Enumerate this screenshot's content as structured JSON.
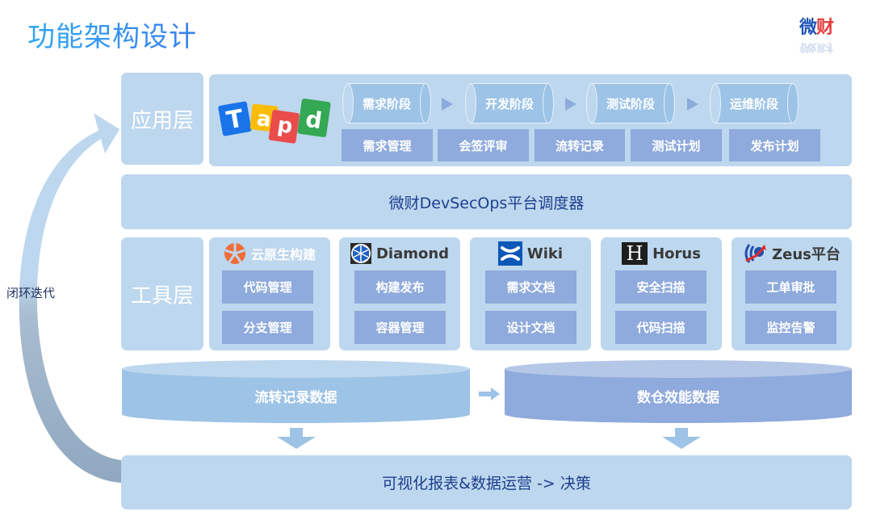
{
  "title": "功能架构设计",
  "brand": {
    "logo_text_a": "微",
    "logo_text_b": "财"
  },
  "loop_label": "闭环迭代",
  "application_layer": {
    "label": "应用层",
    "tool_logo": "Tapd",
    "tool_logo_letters": [
      "T",
      "a",
      "p",
      "d"
    ],
    "stages": [
      "需求阶段",
      "开发阶段",
      "测试阶段",
      "运维阶段"
    ],
    "functions": [
      "需求管理",
      "会签评审",
      "流转记录",
      "测试计划",
      "发布计划"
    ]
  },
  "dispatcher": {
    "label": "微财DevSecOps平台调度器"
  },
  "tool_layer": {
    "label": "工具层",
    "tools": [
      {
        "name": "云原生构建",
        "icon": "cloud-native-icon",
        "functions": [
          "代码管理",
          "分支管理"
        ]
      },
      {
        "name": "Diamond",
        "icon": "diamond-icon",
        "functions": [
          "构建发布",
          "容器管理"
        ]
      },
      {
        "name": "Wiki",
        "icon": "wiki-icon",
        "functions": [
          "需求文档",
          "设计文档"
        ]
      },
      {
        "name": "Horus",
        "icon": "horus-icon",
        "icon_letter": "H",
        "functions": [
          "安全扫描",
          "代码扫描"
        ]
      },
      {
        "name": "Zeus平台",
        "icon": "zeus-icon",
        "functions": [
          "工单审批",
          "监控告警"
        ]
      }
    ]
  },
  "data_layer": {
    "stores": [
      {
        "label": "流转记录数据"
      },
      {
        "label": "数仓效能数据"
      }
    ]
  },
  "report": {
    "label": "可视化报表&数据运营 -> 决策"
  },
  "colors": {
    "panel": "#bdd7ee",
    "box": "#8faadc",
    "stage": "#9dc3e6",
    "text_dark_blue": "#1e3f8f",
    "title_gradient_start": "#2fa8ef",
    "title_gradient_end": "#3b7ff0"
  }
}
